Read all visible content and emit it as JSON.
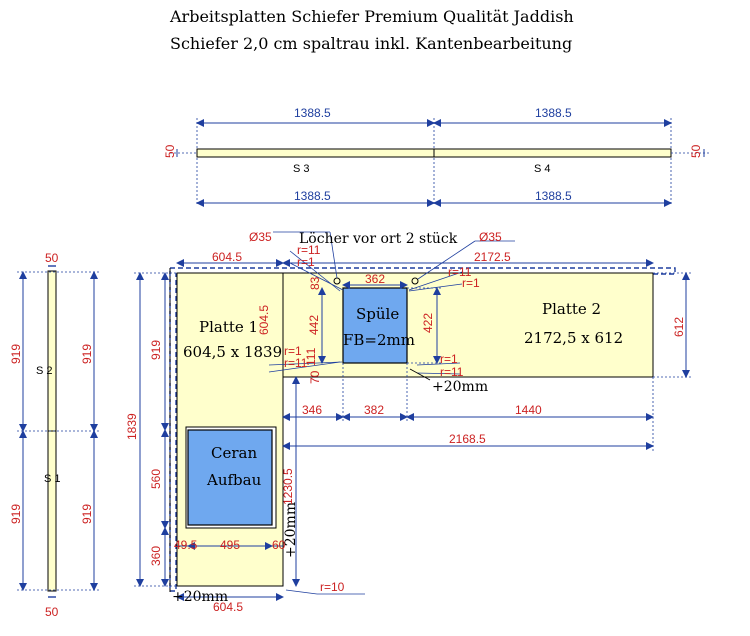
{
  "header": {
    "line1": "Arbeitsplatten Schiefer Premium Qualität Jaddish",
    "line2": "Schiefer 2,0 cm spaltrau inkl. Kantenbearbeitung"
  },
  "top_strip": {
    "dim_1": "1388.5",
    "dim_2": "1388.5",
    "dim_3": "1388.5",
    "dim_4": "1388.5",
    "end_left": "50",
    "end_right": "50",
    "label_s3": "S 3",
    "label_s4": "S 4"
  },
  "left_strip": {
    "top": "50",
    "bottom": "50",
    "d1": "919",
    "d2": "919",
    "d3": "919",
    "d4": "919",
    "label_s2": "S 2",
    "label_s1": "S 1"
  },
  "main": {
    "holes_note": "Löcher vor ort 2 stück",
    "hole_left": "Ø35",
    "hole_right": "Ø35",
    "r11_a": "r=11",
    "r1_a": "r=1",
    "r11_b": "r=11",
    "r1_b": "r=1",
    "r1_c": "r=1",
    "r11_c": "r=11",
    "r1_d": "r=1",
    "r11_d": "r=11",
    "r10": "r=10",
    "plus20_a": "+20mm",
    "plus20_b": "+20mm",
    "plus20_c": "+20mm",
    "platte1_line1": "Platte 1",
    "platte1_line2": "604,5 x 1839",
    "platte2_line1": "Platte 2",
    "platte2_line2": "2172,5 x 612",
    "spuele_line1": "Spüle",
    "spuele_line2": "FB=2mm",
    "ceran_line1": "Ceran",
    "ceran_line2": "Aufbau",
    "d_6045_top": "604.5",
    "d_6045_inner": "604.5",
    "d_6045_bottom": "604.5",
    "d_21725": "2172.5",
    "d_362": "362",
    "d_612": "612",
    "d_442": "442",
    "d_422": "422",
    "d_919": "919",
    "d_1839": "1839",
    "d_560": "560",
    "d_360": "360",
    "d_12305": "1230.5",
    "d_346": "346",
    "d_382": "382",
    "d_1440": "1440",
    "d_21685": "2168.5",
    "d_495": "495",
    "d_495a": "49.5",
    "d_60": "60",
    "d_83": "83",
    "d_111": "111",
    "d_70": "70"
  },
  "colors": {
    "panel_fill": "#ffffcc",
    "sink_fill": "#6fa8ef",
    "dim_blue": "#1f3f9f",
    "dim_red": "#cc2222",
    "outline": "#000000"
  }
}
